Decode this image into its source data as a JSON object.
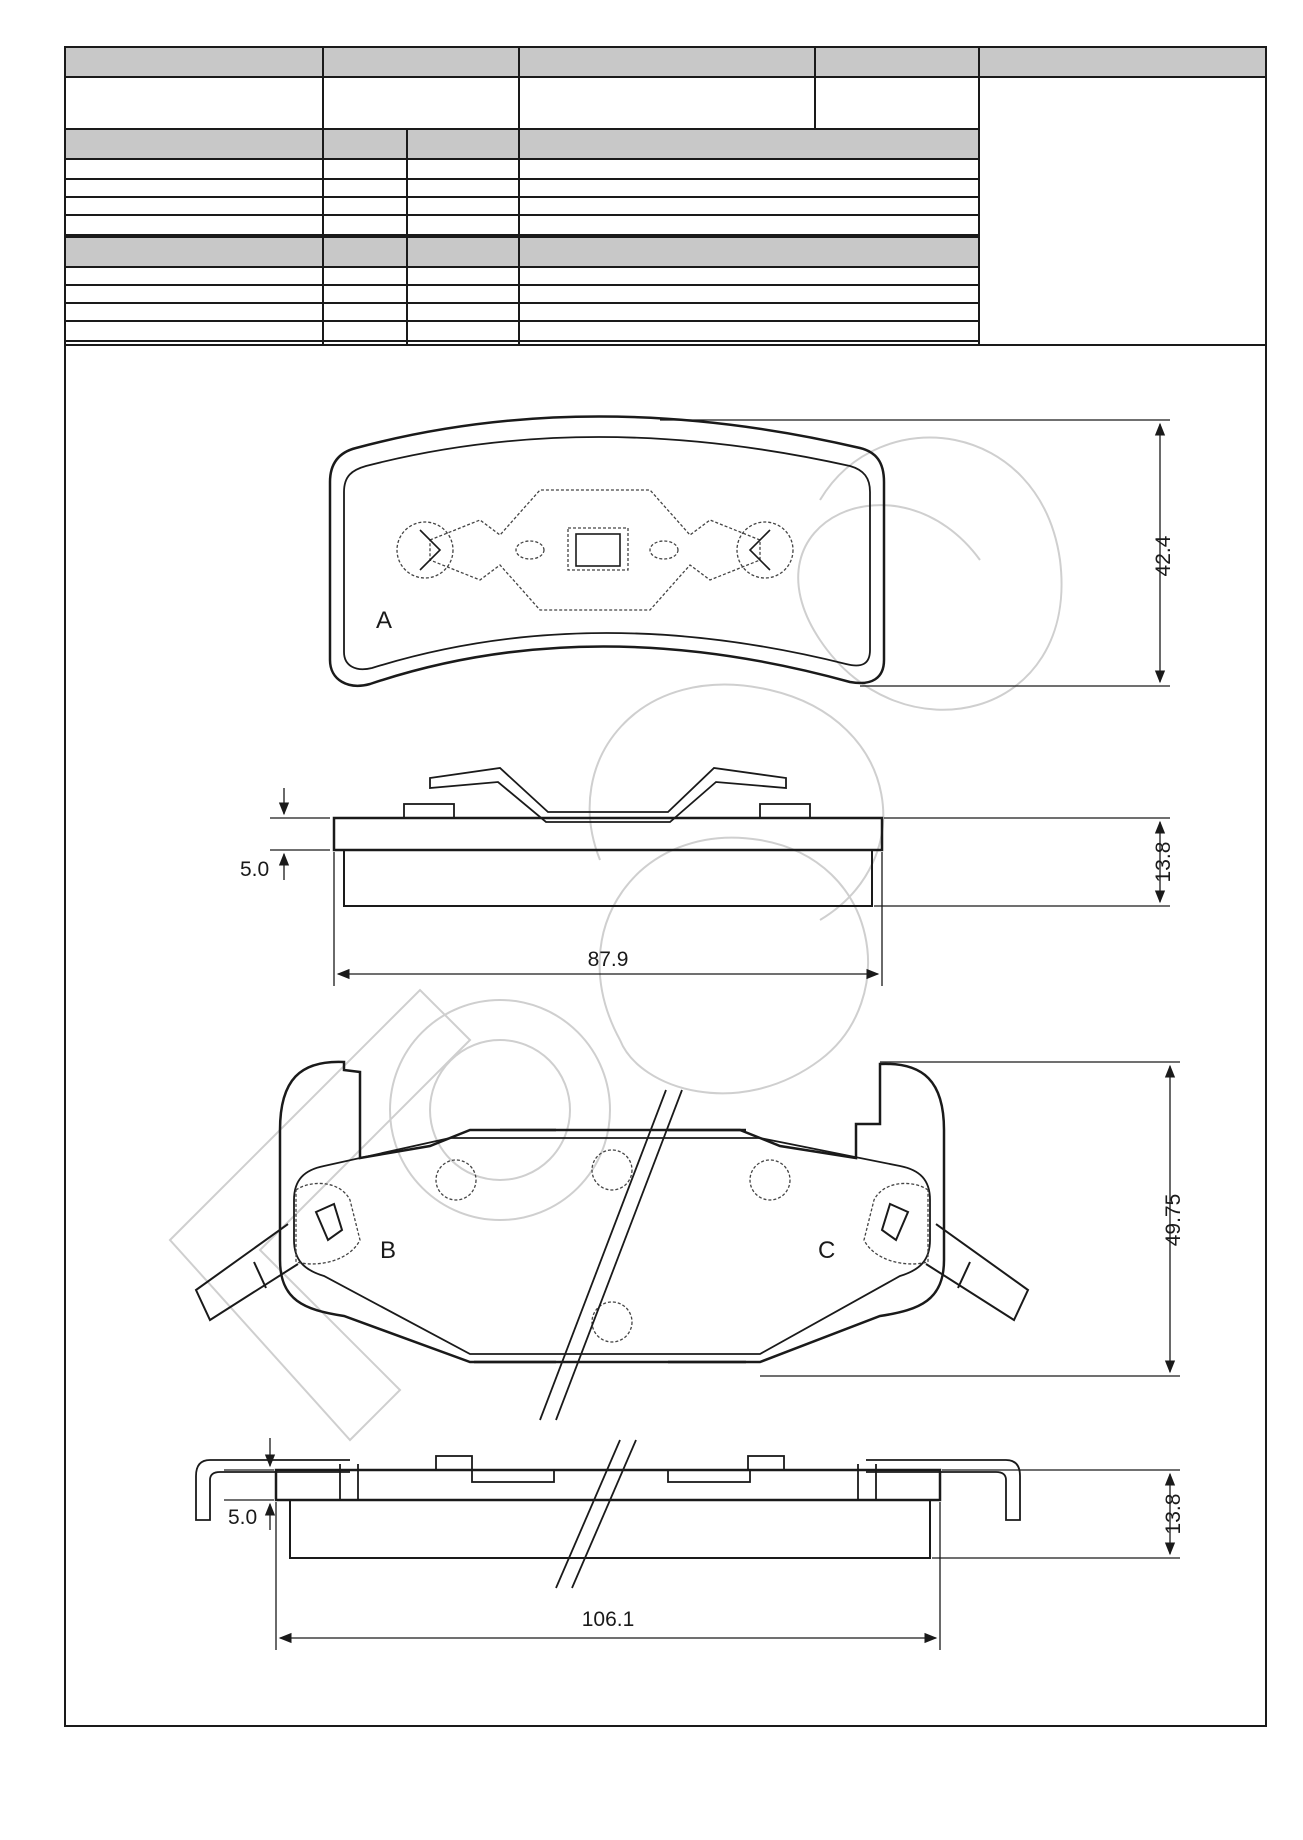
{
  "table": {
    "header_cells": [
      "",
      "",
      "",
      "",
      ""
    ],
    "row1_cells": [
      "",
      "",
      "",
      ""
    ],
    "section1_header": [
      "",
      "",
      "",
      ""
    ],
    "section2_header": [
      "",
      "",
      "",
      ""
    ]
  },
  "views": {
    "pad_a_label": "A",
    "pad_b_label": "B",
    "pad_c_label": "C"
  },
  "dimensions": {
    "a_height": "42.4",
    "a_thickness": "13.8",
    "a_shim": "5.0",
    "a_width": "87.9",
    "bc_height": "49.75",
    "bc_thickness": "13.8",
    "bc_shim": "5.0",
    "bc_width": "106.1"
  },
  "colors": {
    "line": "#1a1a1a",
    "header_fill": "#c8c8c8",
    "watermark": "#cfcfcf"
  }
}
